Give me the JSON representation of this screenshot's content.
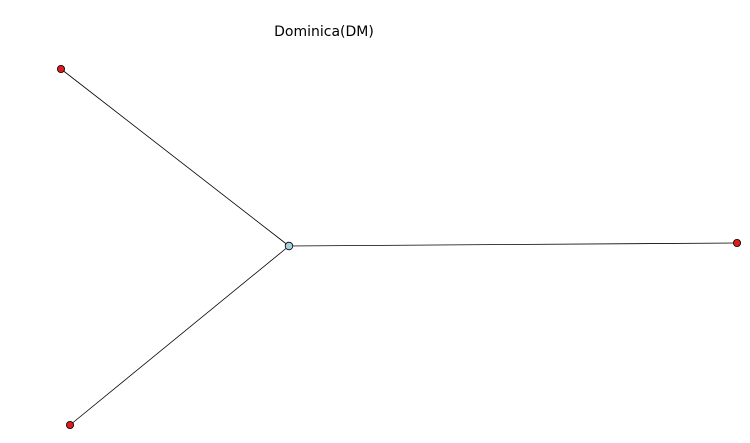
{
  "title": "Dominica(DM)",
  "graph": {
    "nodes": [
      {
        "id": "hub",
        "role": "center",
        "color": "#a8d0e0"
      },
      {
        "id": "leaf-top-left",
        "role": "leaf",
        "color": "#dd1c1c"
      },
      {
        "id": "leaf-bottom-left",
        "role": "leaf",
        "color": "#dd1c1c"
      },
      {
        "id": "leaf-right",
        "role": "leaf",
        "color": "#dd1c1c"
      }
    ],
    "edges": [
      {
        "source": "hub",
        "target": "leaf-top-left"
      },
      {
        "source": "hub",
        "target": "leaf-bottom-left"
      },
      {
        "source": "hub",
        "target": "leaf-right"
      }
    ],
    "edge_color": "#000000",
    "node_outline_color": "#000000"
  }
}
